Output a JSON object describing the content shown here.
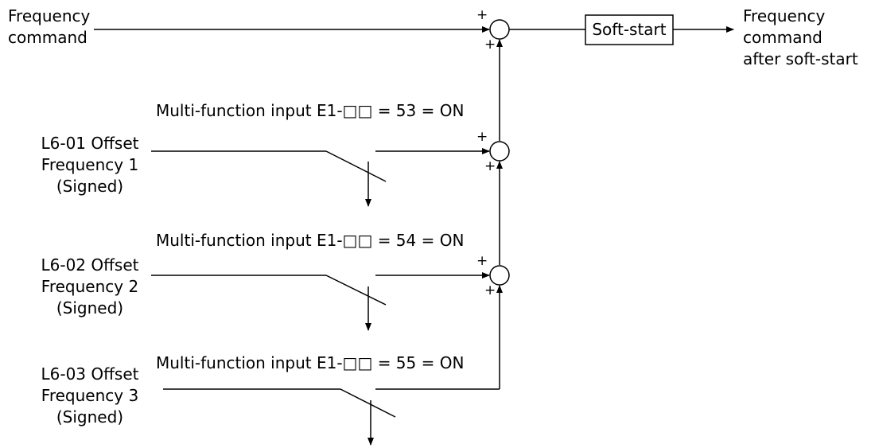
{
  "input": {
    "line1": "Frequency",
    "line2": "command"
  },
  "output": {
    "line1": "Frequency",
    "line2": "command",
    "line3": "after soft-start"
  },
  "softstart": {
    "label": "Soft-start"
  },
  "sum_sign": "+",
  "switches": [
    {
      "condition": "Multi-function input E1-□□ = 53 = ON",
      "line1": "L6-01 Offset",
      "line2": "Frequency 1",
      "line3": "(Signed)"
    },
    {
      "condition": "Multi-function input E1-□□ = 54 = ON",
      "line1": "L6-02 Offset",
      "line2": "Frequency 2",
      "line3": "(Signed)"
    },
    {
      "condition": "Multi-function input E1-□□ = 55 = ON",
      "line1": "L6-03 Offset",
      "line2": "Frequency 3",
      "line3": "(Signed)"
    }
  ]
}
